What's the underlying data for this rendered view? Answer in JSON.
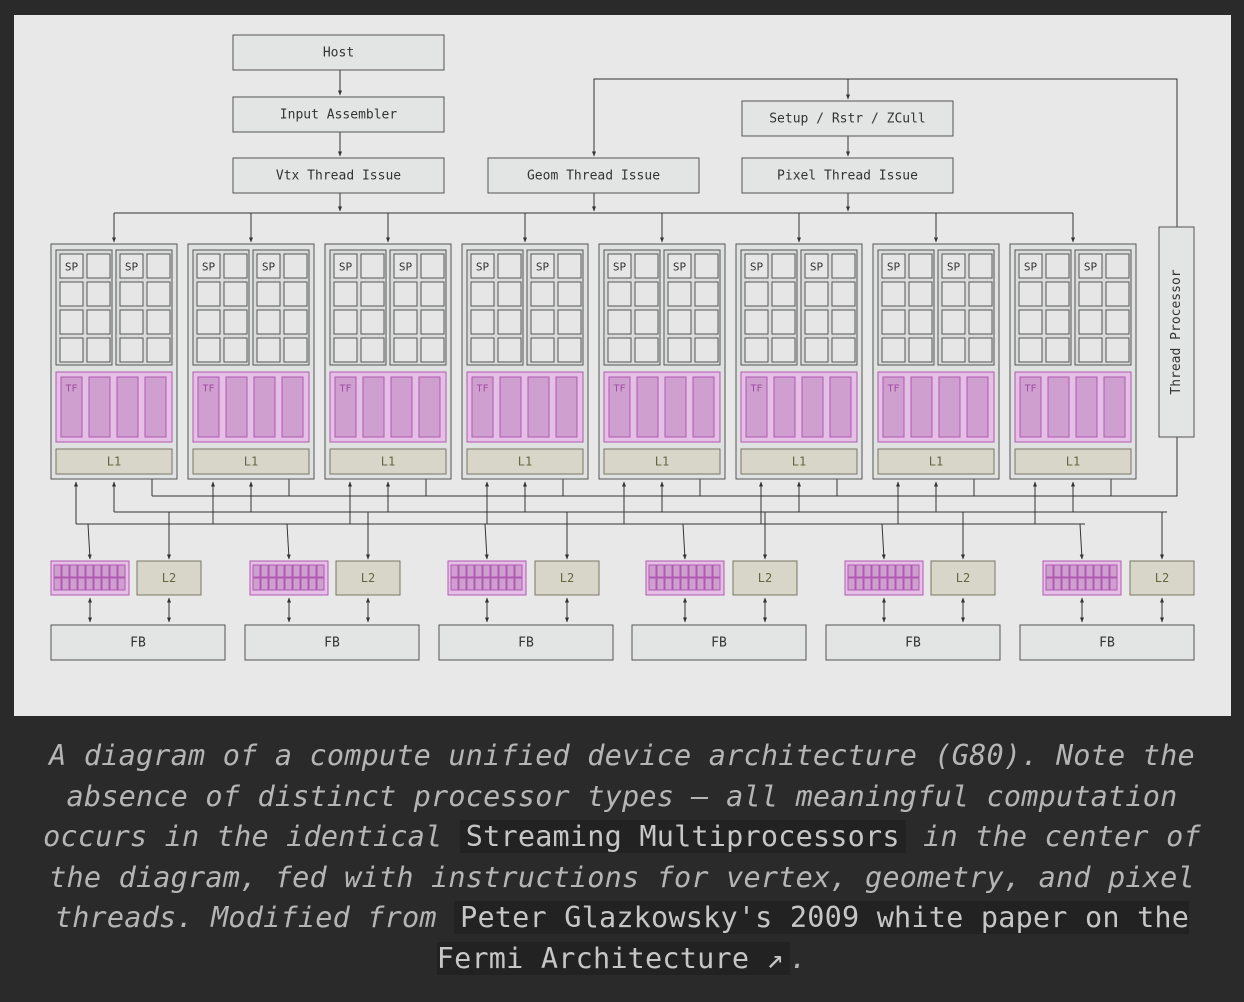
{
  "diagram": {
    "host": "Host",
    "input_assembler": "Input Assembler",
    "vtx_thread_issue": "Vtx Thread Issue",
    "geom_thread_issue": "Geom Thread Issue",
    "setup_rstr_zcull": "Setup / Rstr / ZCull",
    "pixel_thread_issue": "Pixel Thread Issue",
    "thread_processor": "Thread Processor",
    "sp_label": "SP",
    "tf_label": "TF",
    "l1_label": "L1",
    "l2_label": "L2",
    "fb_label": "FB",
    "sm_count": 8,
    "partition_count": 6,
    "colors": {
      "figure_bg": "#e8e8e8",
      "box_fill": "#e3e4e4",
      "box_stroke": "#555555",
      "text": "#333333",
      "tf_fill": "#e6bfe6",
      "tf_stroke": "#b05ab0",
      "tf_cell": "#cf9fcf",
      "tf_text": "#a04aa0",
      "cache_fill": "#d8d6c8",
      "cache_stroke": "#777766",
      "cache_text": "#666644"
    }
  },
  "caption": {
    "part1": "A diagram of a compute unified device architecture (G80). Note the absence of distinct processor types – all meaningful computation occurs in the identical ",
    "code1": "Streaming Multiprocessors",
    "part2": " in the center of the diagram, fed with instructions for vertex, geometry, and pixel threads. Modified from ",
    "link_text": "Peter Glazkowsky's 2009 white paper on the Fermi Architecture ↗",
    "part3": "."
  }
}
